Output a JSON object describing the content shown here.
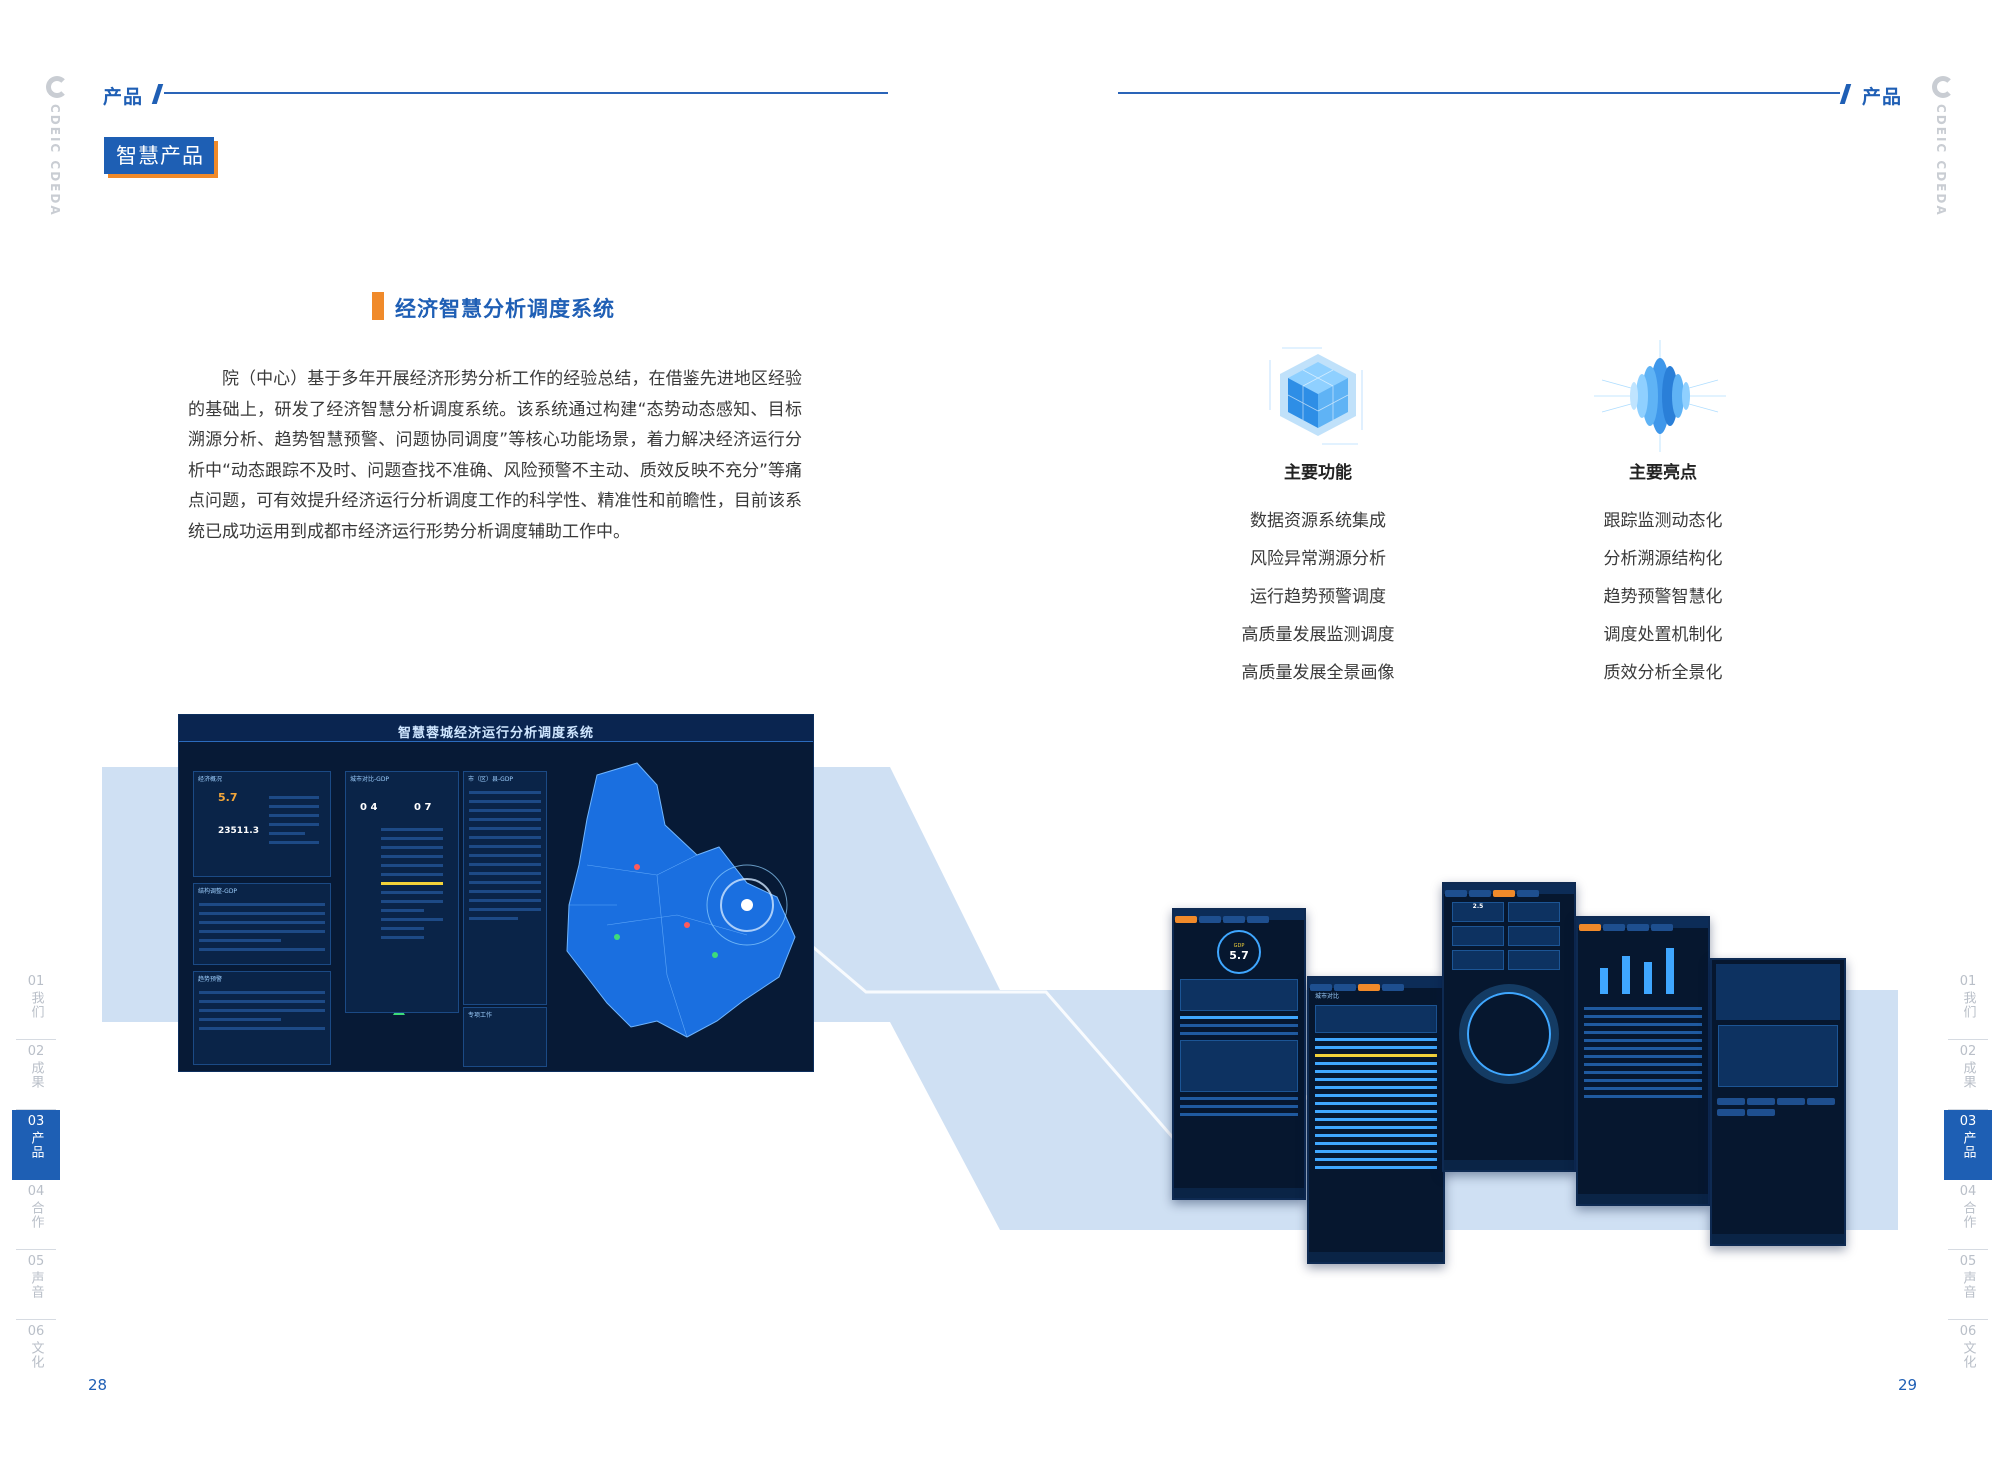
{
  "header": {
    "left_title": "产品",
    "right_title": "产品",
    "logo_text": "CDEIC CDEDA",
    "accent_color": "#1f5fb5",
    "highlight_color": "#f08a2a"
  },
  "badge": {
    "label": "智慧产品"
  },
  "section": {
    "title": "经济智慧分析调度系统",
    "intro": "院（中心）基于多年开展经济形势分析工作的经验总结，在借鉴先进地区经验的基础上，研发了经济智慧分析调度系统。该系统通过构建“态势动态感知、目标溯源分析、趋势智慧预警、问题协同调度”等核心功能场景，着力解决经济运行分析中“动态跟踪不及时、问题查找不准确、风险预警不主动、质效反映不充分”等痛点问题，可有效提升经济运行分析调度工作的科学性、精准性和前瞻性，目前该系统已成功运用到成都市经济运行形势分析调度辅助工作中。"
  },
  "features": {
    "icon": "cube-cluster-icon",
    "title": "主要功能",
    "items": [
      "数据资源系统集成",
      "风险异常溯源分析",
      "运行趋势预警调度",
      "高质量发展监测调度",
      "高质量发展全景画像"
    ]
  },
  "highlights": {
    "icon": "signal-wave-icon",
    "title": "主要亮点",
    "items": [
      "跟踪监测动态化",
      "分析溯源结构化",
      "趋势预警智慧化",
      "调度处置机制化",
      "质效分析全景化"
    ]
  },
  "nav_left": [
    {
      "num": "01",
      "label": "我们",
      "active": false
    },
    {
      "num": "02",
      "label": "成果",
      "active": false
    },
    {
      "num": "03",
      "label": "产品",
      "active": true
    },
    {
      "num": "04",
      "label": "合作",
      "active": false
    },
    {
      "num": "05",
      "label": "声音",
      "active": false
    },
    {
      "num": "06",
      "label": "文化",
      "active": false
    }
  ],
  "nav_right": [
    {
      "num": "01",
      "label": "我们",
      "active": false
    },
    {
      "num": "02",
      "label": "成果",
      "active": false
    },
    {
      "num": "03",
      "label": "产品",
      "active": true
    },
    {
      "num": "04",
      "label": "合作",
      "active": false
    },
    {
      "num": "05",
      "label": "声音",
      "active": false
    },
    {
      "num": "06",
      "label": "文化",
      "active": false
    }
  ],
  "page_numbers": {
    "left": "28",
    "right": "29"
  },
  "dashboard": {
    "title": "智慧蓉城经济运行分析调度系统",
    "panel_titles": [
      "经济概况",
      "城市对比-GDP",
      "市（区）县-GDP",
      "结构调整-GDP",
      "趋势预警",
      "专项工作"
    ],
    "growth_value": "5.7",
    "gdp_value": "23511.3",
    "counter_left": "0 4",
    "counter_right": "0 7"
  },
  "phones": [
    {
      "value": "5.7",
      "label": "GDP"
    },
    {
      "value": "",
      "label": "城市对比"
    },
    {
      "value": "2.5",
      "label": ""
    },
    {
      "value": "",
      "label": ""
    },
    {
      "value": "",
      "label": ""
    }
  ]
}
